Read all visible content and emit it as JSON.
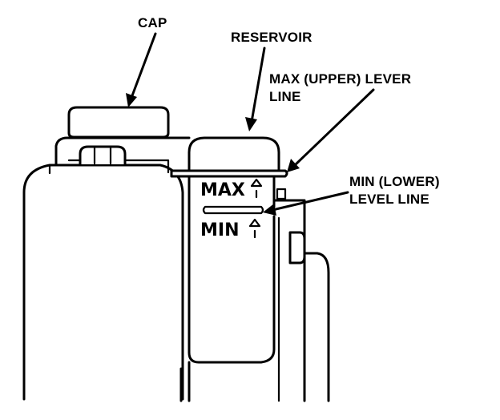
{
  "labels": {
    "cap": "CAP",
    "reservoir": "RESERVOIR",
    "max_line_1": "MAX (UPPER) LEVER",
    "max_line_2": "LINE",
    "min_line_1": "MIN (LOWER)",
    "min_line_2": "LEVEL LINE"
  },
  "markings": {
    "max": "MAX",
    "min": "MIN"
  },
  "colors": {
    "ink": "#000000",
    "paper": "#ffffff"
  }
}
